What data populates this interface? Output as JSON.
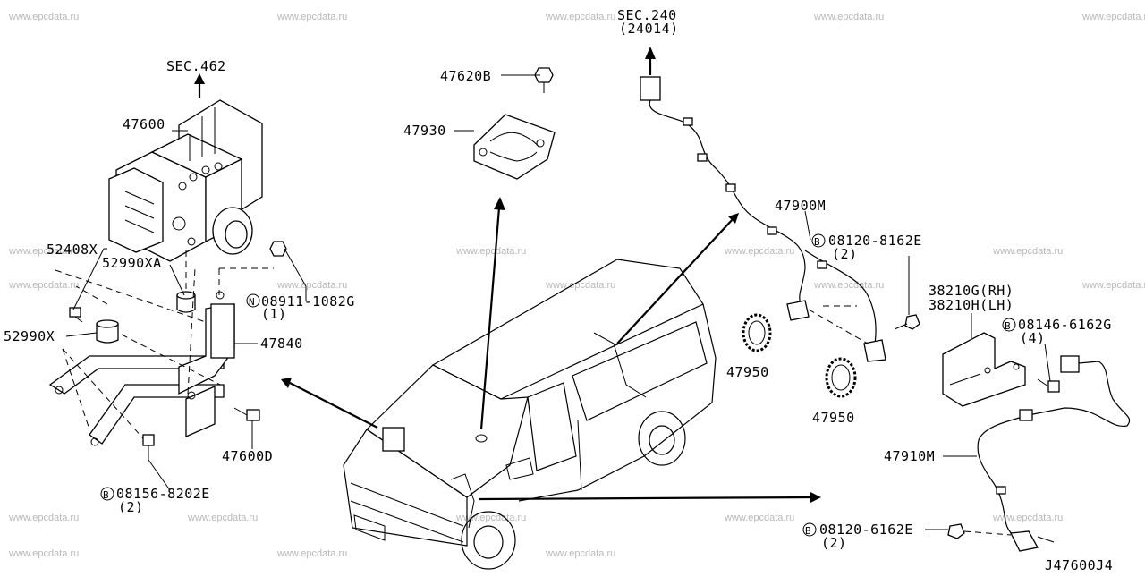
{
  "watermark": "www.epcdata.ru",
  "diagram_code": "J47600J4",
  "labels": {
    "sec462": "SEC.462",
    "p47600": "47600",
    "p52408X": "52408X",
    "p52990XA": "52990XA",
    "p52990X": "52990X",
    "p08911": "08911-1082G",
    "p08911_qty": "(1)",
    "p47840": "47840",
    "p47600D": "47600D",
    "p08156": "08156-8202E",
    "p08156_qty": "(2)",
    "p47620B": "47620B",
    "p47930": "47930",
    "sec240": "SEC.240",
    "sec240_sub": "(24014)",
    "p47900M": "47900M",
    "p08120a": "08120-8162E",
    "p08120a_qty": "(2)",
    "p47950a": "47950",
    "p47950b": "47950",
    "p38210G": "38210G(RH)",
    "p38210H": "38210H(LH)",
    "p08146": "08146-6162G",
    "p08146_qty": "(4)",
    "p47910M": "47910M",
    "p08120b": "08120-6162E",
    "p08120b_qty": "(2)"
  },
  "markers": {
    "bolt": "B",
    "nut": "N"
  }
}
